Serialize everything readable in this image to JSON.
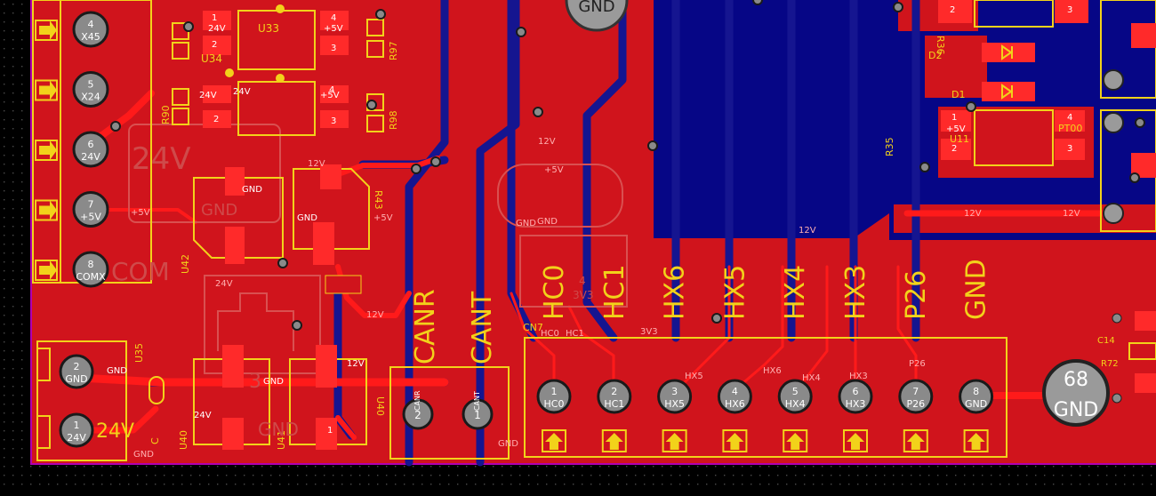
{
  "colors": {
    "background": "#000000",
    "board_edge": "#b000b0",
    "copper_top": "#d0141c",
    "copper_inner": "#060686",
    "trace": "#ff1a1a",
    "silkscreen": "#f2d21a",
    "via": "#8a8a8a"
  },
  "left_connector": {
    "pins": [
      {
        "num": "4",
        "net": "X45"
      },
      {
        "num": "5",
        "net": "X24"
      },
      {
        "num": "6",
        "net": "24V"
      },
      {
        "num": "7",
        "net": "+5V"
      },
      {
        "num": "8",
        "net": "COMX"
      }
    ],
    "ghost_text": "COM"
  },
  "ref_labels": {
    "u33": "U33",
    "u34": "U34",
    "r97": "R97",
    "r98": "R98",
    "r90": "R90",
    "r43": "R43",
    "u42": "U42",
    "u35": "U35",
    "u40a": "U40",
    "u40b": "U40",
    "u41": "U41",
    "c_small": "C",
    "cn7": "CN7",
    "d2": "D2",
    "d1": "D1",
    "r36": "R36",
    "r35": "R35",
    "u11": "U11",
    "pt00": "PT00",
    "c14": "C14",
    "r72": "R72"
  },
  "ic_pins": {
    "p1": "1",
    "p2": "2",
    "p3": "3",
    "p4": "4",
    "net_24v": "24V",
    "net_5v": "+5V",
    "net_12v": "12V",
    "net_gnd": "GND"
  },
  "top_pad": {
    "label": "GND"
  },
  "mount_hole": {
    "num": "68",
    "net": "GND"
  },
  "power_connector": {
    "pins": [
      {
        "num": "2",
        "net": "GND"
      },
      {
        "num": "1",
        "net": "24V"
      }
    ],
    "big_label": "24V"
  },
  "can_connector": {
    "labels": [
      "CANR",
      "CANT"
    ],
    "pins": [
      {
        "num": "2",
        "net": "CANR"
      },
      {
        "num": "1",
        "net": "CANT"
      }
    ]
  },
  "signal_header": {
    "labels": [
      "HC0",
      "HC1",
      "HX6",
      "HX5",
      "HX4",
      "HX3",
      "P26",
      "GND"
    ],
    "pins": [
      {
        "num": "1",
        "net": "HC0"
      },
      {
        "num": "2",
        "net": "HC1"
      },
      {
        "num": "3",
        "net": "HX5"
      },
      {
        "num": "4",
        "net": "HX6"
      },
      {
        "num": "5",
        "net": "HX4"
      },
      {
        "num": "6",
        "net": "HX3"
      },
      {
        "num": "7",
        "net": "P26"
      },
      {
        "num": "8",
        "net": "GND"
      }
    ]
  },
  "ghost_pad": {
    "num": "4",
    "net": "3V3"
  },
  "trace_labels": {
    "v12": "12V",
    "v5": "+5V",
    "gnd": "GND",
    "v24": "24V",
    "hc1": "HC1",
    "hc0": "HC0",
    "hx6": "HX6",
    "hx5": "HX5",
    "hx4": "HX4",
    "hx3": "HX3",
    "p26": "P26",
    "v3v3": "3V3"
  },
  "ghost_silk": {
    "v24": "24V",
    "gnd": "GND",
    "v3": "3"
  }
}
